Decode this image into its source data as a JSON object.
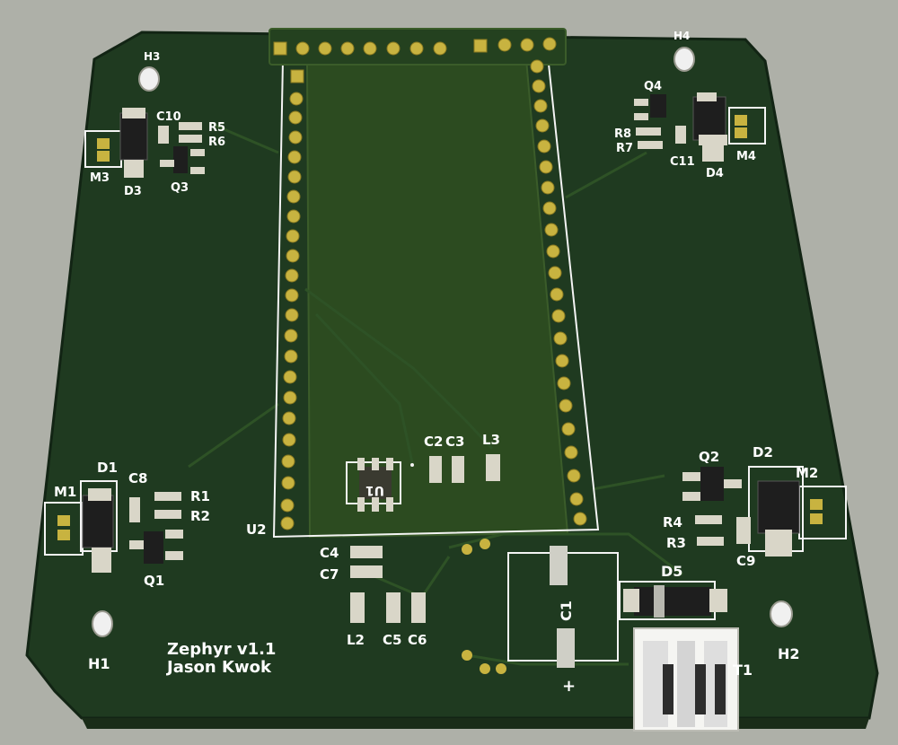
{
  "board": {
    "title": "Zephyr v1.1",
    "author": "Jason Kwok",
    "colors": {
      "background": "#aeb0a8",
      "board": "#1f3a20",
      "board_edge": "#122414",
      "copper_plane": "#2c4b20",
      "silkscreen": "#ffffff",
      "pad": "#c8b340",
      "drill": "#2a2a10",
      "component_body": "#222222",
      "smd_pad": "#d9d6c8"
    }
  },
  "refs": {
    "h1": "H1",
    "h2": "H2",
    "h3": "H3",
    "h4": "H4",
    "m1": "M1",
    "m2": "M2",
    "m3": "M3",
    "m4": "M4",
    "d1": "D1",
    "d2": "D2",
    "d3": "D3",
    "d4": "D4",
    "d5": "D5",
    "q1": "Q1",
    "q2": "Q2",
    "q3": "Q3",
    "q4": "Q4",
    "r1": "R1",
    "r2": "R2",
    "r3": "R3",
    "r4": "R4",
    "r5": "R5",
    "r6": "R6",
    "r7": "R7",
    "r8": "R8",
    "c1": "C1",
    "c2": "C2",
    "c3": "C3",
    "c4": "C4",
    "c5": "C5",
    "c6": "C6",
    "c7": "C7",
    "c8": "C8",
    "c9": "C9",
    "c10": "C10",
    "c11": "C11",
    "l2": "L2",
    "l3": "L3",
    "u1": "U1",
    "u2": "U2",
    "t1": "T1",
    "plus": "+"
  }
}
